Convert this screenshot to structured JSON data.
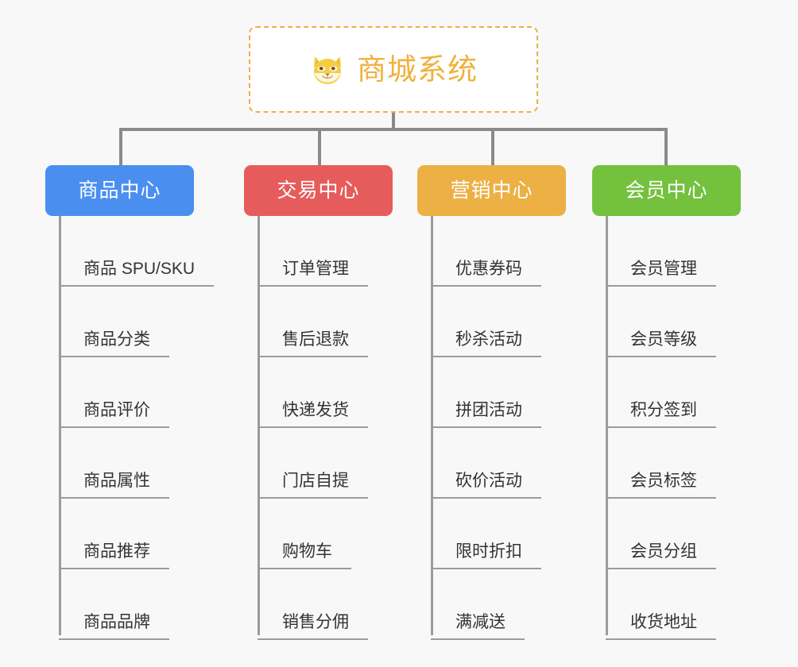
{
  "root": {
    "title": "商城系统",
    "icon": "shiba-dog-face-icon",
    "border_color": "#edb045",
    "text_color": "#f0b13f",
    "background": "#ffffff"
  },
  "canvas": {
    "background": "#f8f8f8",
    "connector_color": "#8a8a8a",
    "leaf_line_color": "#9b9b9b",
    "leaf_text_color": "#333333"
  },
  "columns": [
    {
      "key": "product-center",
      "title": "商品中心",
      "color": "#4a8ff0",
      "items": [
        "商品 SPU/SKU",
        "商品分类",
        "商品评价",
        "商品属性",
        "商品推荐",
        "商品品牌"
      ]
    },
    {
      "key": "trade-center",
      "title": "交易中心",
      "color": "#e65c5c",
      "items": [
        "订单管理",
        "售后退款",
        "快递发货",
        "门店自提",
        "购物车",
        "销售分佣"
      ]
    },
    {
      "key": "marketing-center",
      "title": "营销中心",
      "color": "#edb045",
      "items": [
        "优惠券码",
        "秒杀活动",
        "拼团活动",
        "砍价活动",
        "限时折扣",
        "满减送"
      ]
    },
    {
      "key": "member-center",
      "title": "会员中心",
      "color": "#73c13d",
      "items": [
        "会员管理",
        "会员等级",
        "积分签到",
        "会员标签",
        "会员分组",
        "收货地址"
      ]
    }
  ]
}
